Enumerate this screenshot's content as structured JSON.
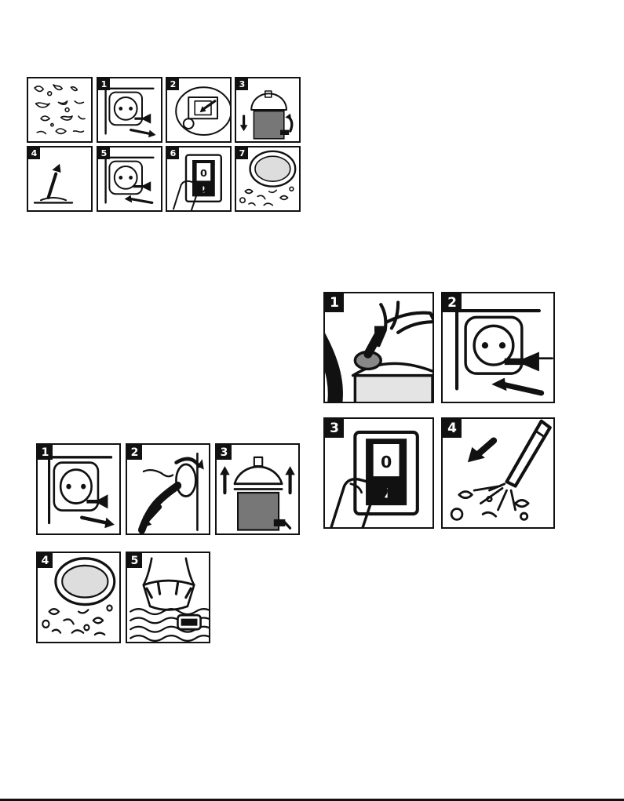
{
  "section_a": {
    "panels": [
      {
        "number": "",
        "content": "debris"
      },
      {
        "number": "1",
        "content": "socket-unplug"
      },
      {
        "number": "2",
        "content": "bag-insert"
      },
      {
        "number": "3",
        "content": "head-fit"
      },
      {
        "number": "4",
        "content": "hose-floor"
      },
      {
        "number": "5",
        "content": "socket-plug"
      },
      {
        "number": "6",
        "content": "switch-on"
      },
      {
        "number": "7",
        "content": "filter-debris"
      }
    ]
  },
  "section_b": {
    "panels": [
      {
        "number": "1",
        "content": "socket-unplug"
      },
      {
        "number": "2",
        "content": "hose-remove"
      },
      {
        "number": "3",
        "content": "head-lift"
      },
      {
        "number": "4",
        "content": "filter-debris"
      },
      {
        "number": "5",
        "content": "filter-wash"
      }
    ]
  },
  "section_c": {
    "panels": [
      {
        "number": "1",
        "content": "hose-attach"
      },
      {
        "number": "2",
        "content": "socket-plug"
      },
      {
        "number": "3",
        "content": "switch-on"
      },
      {
        "number": "4",
        "content": "nozzle-suction"
      }
    ]
  },
  "switch_symbols": {
    "off": "0",
    "on": "I"
  }
}
